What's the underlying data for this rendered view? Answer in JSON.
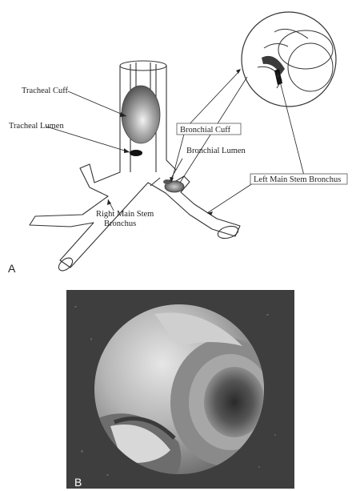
{
  "panel_a": {
    "letter": "A",
    "labels": {
      "tracheal_cuff": "Tracheal Cuff",
      "tracheal_lumen": "Tracheal Lumen",
      "bronchial_cuff": "Bronchial Cuff",
      "bronchial_lumen": "Bronchial Lumen",
      "left_main_stem": "Left Main Stem Bronchus",
      "right_main_stem_line1": "Right Main Stem",
      "right_main_stem_line2": "Bronchus"
    },
    "colors": {
      "cuff": "#8a8a8a",
      "bronchial_cuff": "#707070",
      "lumen": "#111111",
      "line": "#333333"
    }
  },
  "panel_b": {
    "letter": "B"
  }
}
